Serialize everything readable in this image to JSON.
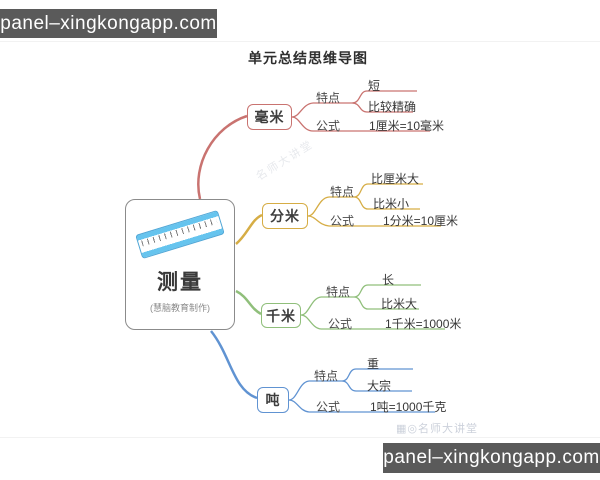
{
  "banner": {
    "top_text": "panel–xingkongapp.com",
    "bottom_text": "panel–xingkongapp.com"
  },
  "map": {
    "title": "单元总结思维导图",
    "center": {
      "label": "测量",
      "subtitle": "(慧脑教育制作)"
    },
    "branches": [
      {
        "label": "毫米",
        "color": "#c97370",
        "feature_label": "特点",
        "formula_label": "公式",
        "features": [
          "短",
          "比较精确"
        ],
        "formula": "1厘米=10毫米"
      },
      {
        "label": "分米",
        "color": "#d6ad45",
        "feature_label": "特点",
        "formula_label": "公式",
        "features": [
          "比厘米大",
          "比米小"
        ],
        "formula": "1分米=10厘米"
      },
      {
        "label": "千米",
        "color": "#90bf7b",
        "feature_label": "特点",
        "formula_label": "公式",
        "features": [
          "长",
          "比米大"
        ],
        "formula": "1千米=1000米"
      },
      {
        "label": "吨",
        "color": "#6093d2",
        "feature_label": "特点",
        "formula_label": "公式",
        "features": [
          "重",
          "大宗"
        ],
        "formula": "1吨=1000千克"
      }
    ],
    "watermark": {
      "icon": "▦◎",
      "text": "名师大讲堂"
    },
    "diagonal_watermark": "名师大讲堂"
  },
  "colors": {
    "banner_bg": "#5a5a5a",
    "banner_text": "#ffffff",
    "branch_red": "#c97370",
    "branch_yellow": "#d6ad45",
    "branch_green": "#90bf7b",
    "branch_blue": "#6093d2",
    "ruler_blue": "#66c4ee",
    "center_border": "#8b8b8b"
  }
}
